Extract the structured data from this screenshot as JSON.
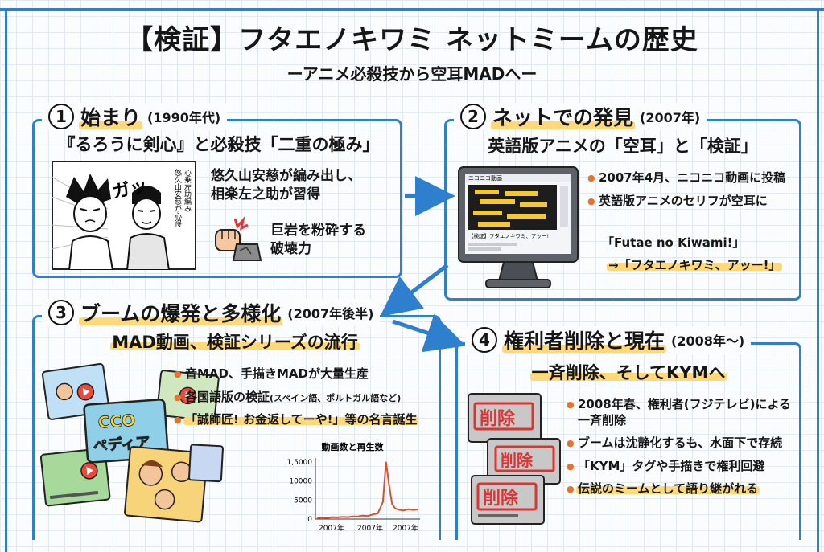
{
  "title": "【検証】フタエノキワミ ネットミームの歴史",
  "subtitle": "ーアニメ必殺技から空耳MADへー",
  "colors": {
    "frame": "#2f7fcf",
    "highlight": "#ffd979",
    "bullet": "#e8732b",
    "chart_line": "#d9512e"
  },
  "panel1": {
    "number": "1",
    "title": "始まり",
    "year": "(1990年代)",
    "subtitle": "『るろうに剣心』と必殺技「二重の極み」",
    "text1": "悠久山安慈が編み出し、",
    "text2": "相楽左之助が習得",
    "text3": "巨岩を粉砕する",
    "text4": "破壊力",
    "sfx": "ガッ",
    "manga_caption": "悠久山安慈が心得",
    "manga_caption2": "心乗左助編み",
    "fist_icon": "fist-icon",
    "rock_icon": "rock-icon"
  },
  "panel2": {
    "number": "2",
    "title": "ネットでの発見",
    "year": "(2007年)",
    "subtitle": "英語版アニメの「空耳」と「検証」",
    "screen_site": "ニコニコ動画",
    "screen_title": "【検証】フタエノキワミ、アッー!",
    "bullets": [
      "2007年4月、ニコニコ動画に投稿",
      "英語版アニメのセリフが空耳に"
    ],
    "quote_en": "「Futae no Kiwami!」",
    "quote_jp": "→「フタエノキワミ、アッー!」",
    "monitor_icon": "monitor-icon"
  },
  "panel3": {
    "number": "3",
    "title": "ブームの爆発と多様化",
    "year": "(2007年後半)",
    "subtitle": "MAD動画、検証シリーズの流行",
    "bullets": [
      {
        "main": "音MAD、手描きMADが大量生産",
        "small": ""
      },
      {
        "main": "各国語版の検証",
        "small": "(スペイン語、ポルトガル語など)"
      },
      {
        "main": "「誠師匠! お金返してーや!」等の名言誕生",
        "small": ""
      }
    ],
    "cco_line1": "CCO",
    "cco_line2": "ペディア",
    "video_icon": "video-thumbnail-icon"
  },
  "panel4": {
    "number": "4",
    "title": "権利者削除と現在",
    "year": "(2008年〜)",
    "subtitle": "一斉削除、そしてKYMへ",
    "bullets": [
      "2008年春、権利者(フジテレビ)による一斉削除",
      "ブームは沈静化するも、水面下で存続",
      "「KYM」タグや手描きで権利回避",
      "伝説のミームとして語り継がれる"
    ],
    "stamp": "削除",
    "deleted_icon": "deleted-video-icon"
  },
  "chart_data": {
    "type": "line",
    "title": "動画数と再生数",
    "x_labels": [
      "2007年",
      "2007年",
      "2007年"
    ],
    "y_ticks": [
      "0",
      "5000",
      "10000",
      "1,5000"
    ],
    "ylim": [
      0,
      16000
    ],
    "series": [
      {
        "x": [
          0,
          5,
          10,
          15,
          20,
          25,
          30,
          35,
          40,
          45,
          50,
          55,
          60,
          65,
          68,
          71,
          74,
          77,
          80,
          85,
          90,
          95,
          100
        ],
        "values": [
          200,
          400,
          300,
          500,
          450,
          600,
          500,
          700,
          650,
          900,
          800,
          1200,
          1500,
          4500,
          15000,
          9000,
          4000,
          2800,
          2500,
          2200,
          2600,
          2400,
          2500
        ]
      }
    ],
    "grid": false
  }
}
